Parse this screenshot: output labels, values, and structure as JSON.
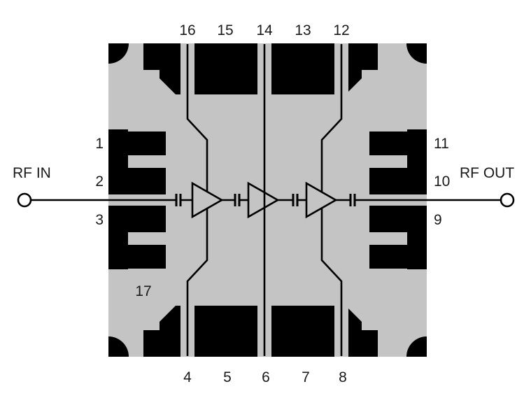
{
  "diagram": {
    "io": {
      "rf_in": "RF IN",
      "rf_out": "RF OUT"
    },
    "pins": {
      "top": [
        "16",
        "15",
        "14",
        "13",
        "12"
      ],
      "bottom": [
        "4",
        "5",
        "6",
        "7",
        "8"
      ],
      "left": [
        "1",
        "2",
        "3"
      ],
      "right": [
        "11",
        "10",
        "9"
      ],
      "pad": "17"
    },
    "components": {
      "amplifier_stages": 3,
      "dc_block_capacitors": 4
    },
    "colors": {
      "die": "#c4c4c4",
      "metal": "#000000",
      "background": "#ffffff",
      "text": "#1a1a1a"
    }
  }
}
